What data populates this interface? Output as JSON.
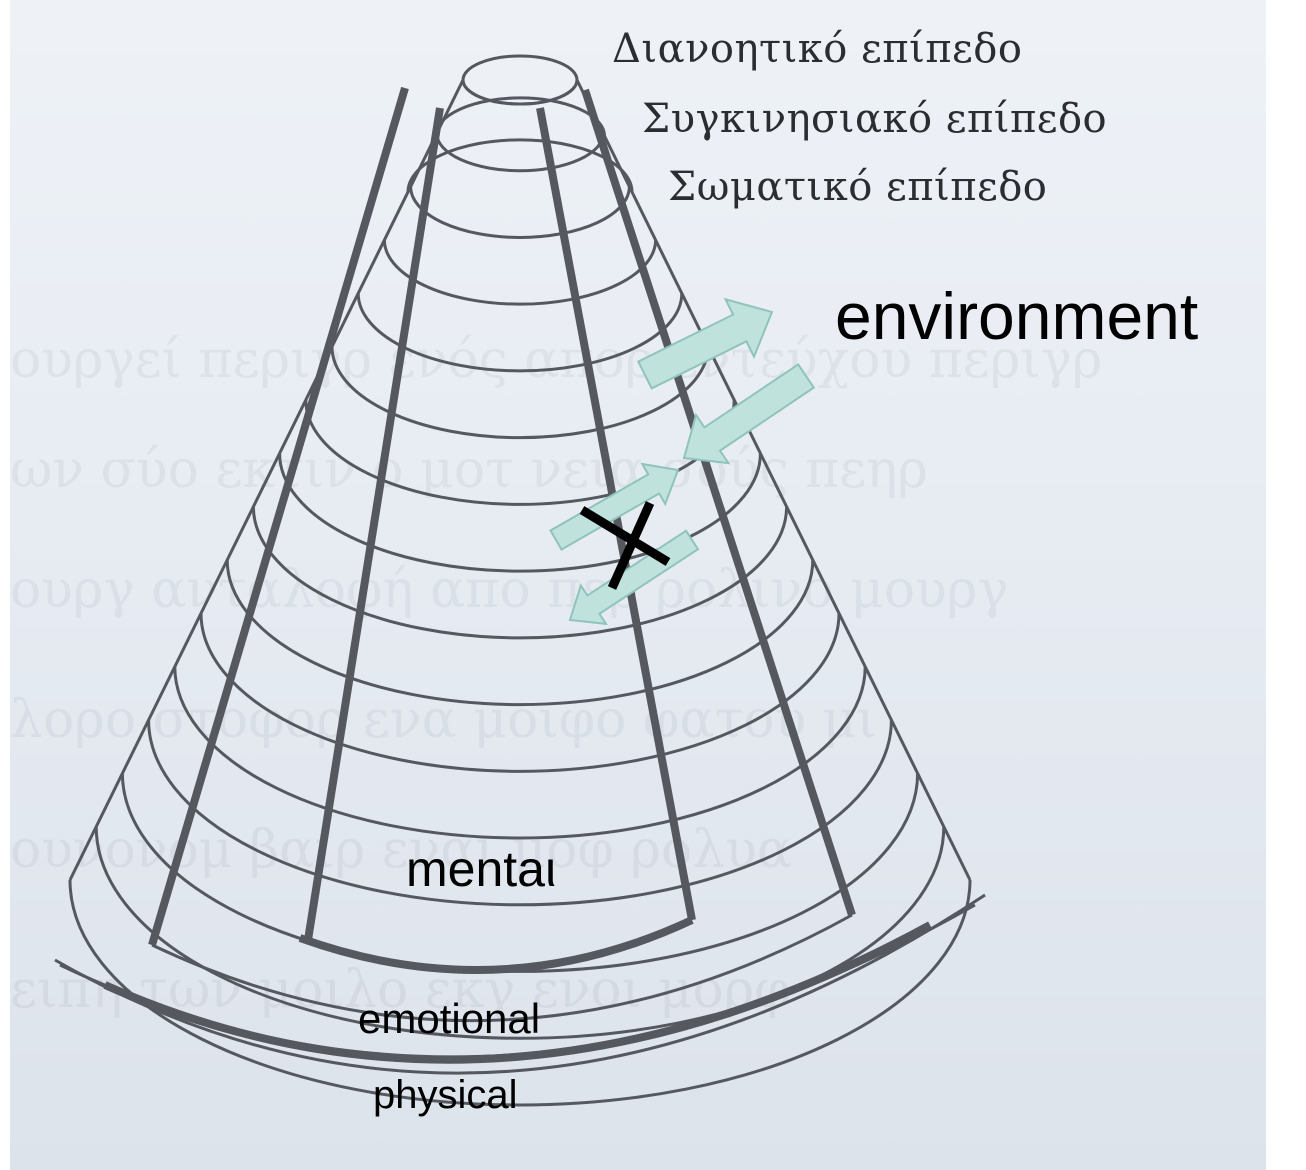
{
  "levels_greek": {
    "intellectual": "Διανοητικό επίπεδο",
    "emotional": "Συγκινησιακό επίπεδο",
    "physical": "Σωματικό επίπεδο"
  },
  "labels": {
    "environment": "environment",
    "mental": "mentaι",
    "emotional": "emotional",
    "physical": "physical",
    "blocked_mark": "X"
  },
  "colors": {
    "arrow_fill": "#bfe2dd",
    "arrow_stroke": "#8fc3bb",
    "cone_line": "#55595f"
  }
}
